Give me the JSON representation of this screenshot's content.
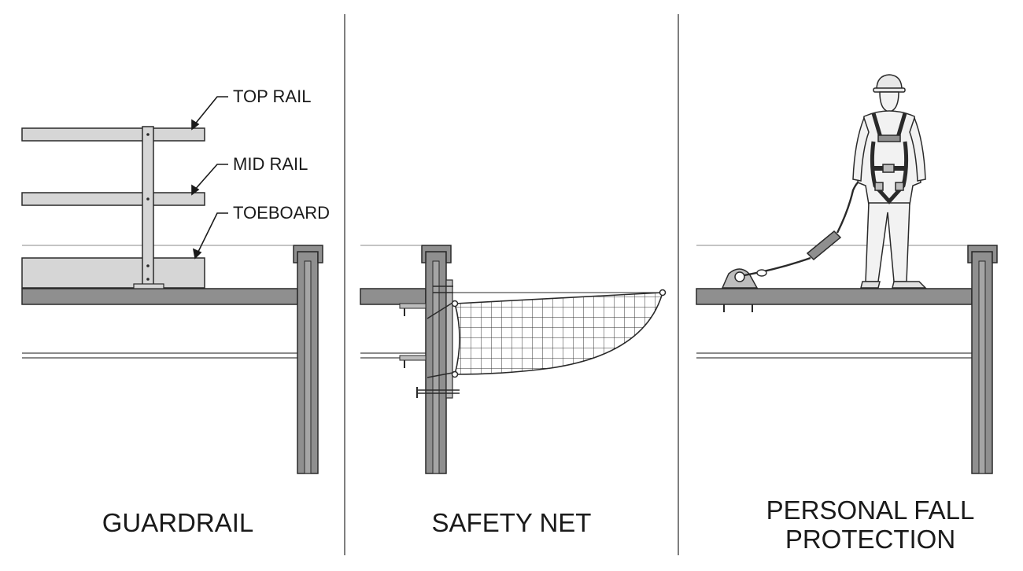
{
  "panels": [
    {
      "caption": "GUARDRAIL",
      "callouts": [
        "TOP RAIL",
        "MID RAIL",
        "TOEBOARD"
      ]
    },
    {
      "caption": "SAFETY NET"
    },
    {
      "caption": [
        "PERSONAL FALL",
        "PROTECTION"
      ]
    }
  ],
  "colors": {
    "steel": "#8f8f8f",
    "rail": "#d6d6d6",
    "outline": "#2a2a2a",
    "divider": "#555555"
  }
}
